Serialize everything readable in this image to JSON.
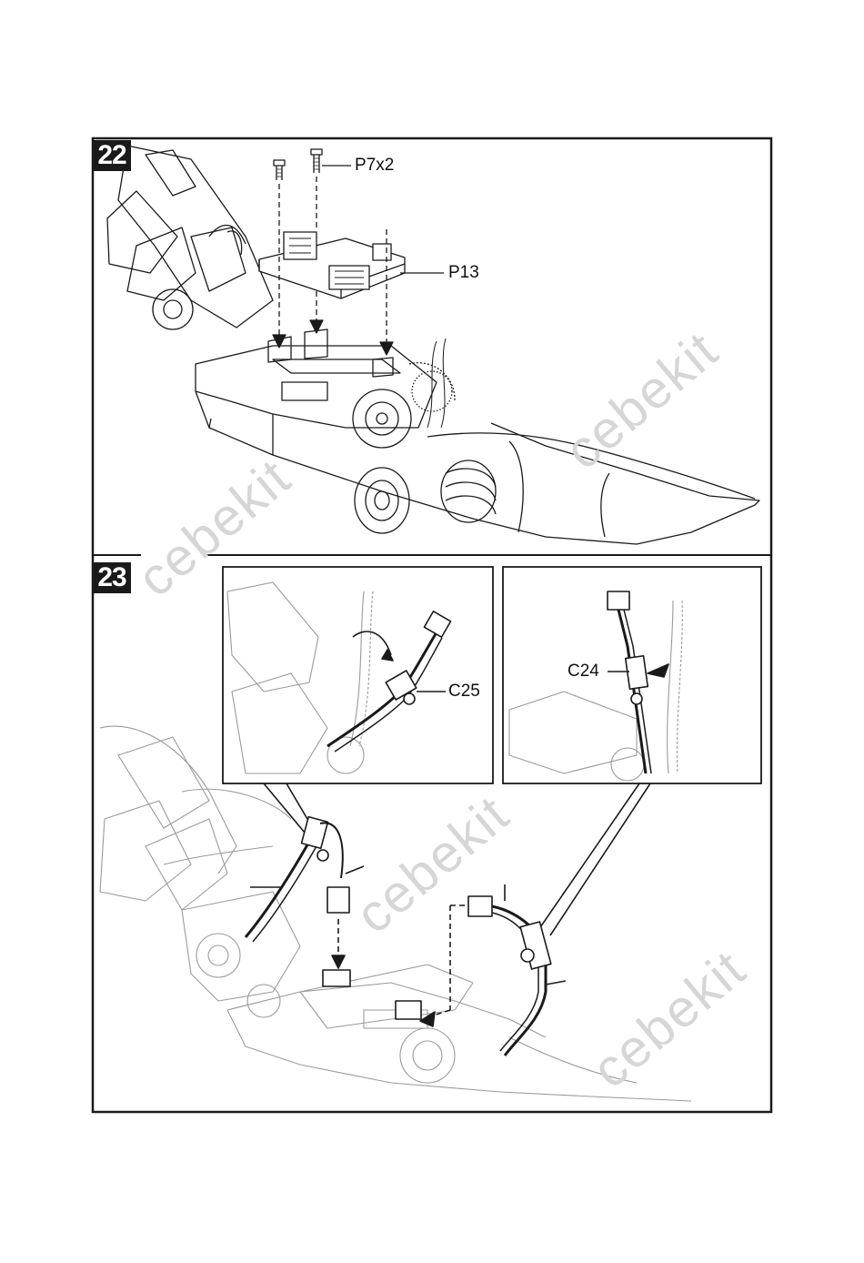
{
  "steps": [
    {
      "number": "22",
      "labels": {
        "screws": "P7x2",
        "board": "P13"
      }
    },
    {
      "number": "23",
      "labels": {
        "left_connector": "C25",
        "right_connector": "C24"
      }
    }
  ],
  "watermark": "cebekit",
  "colors": {
    "line": "#1a1a1a",
    "faint": "#9a9a9a",
    "badge": "#1a1a1a",
    "watermark": "#d6d6d6"
  }
}
